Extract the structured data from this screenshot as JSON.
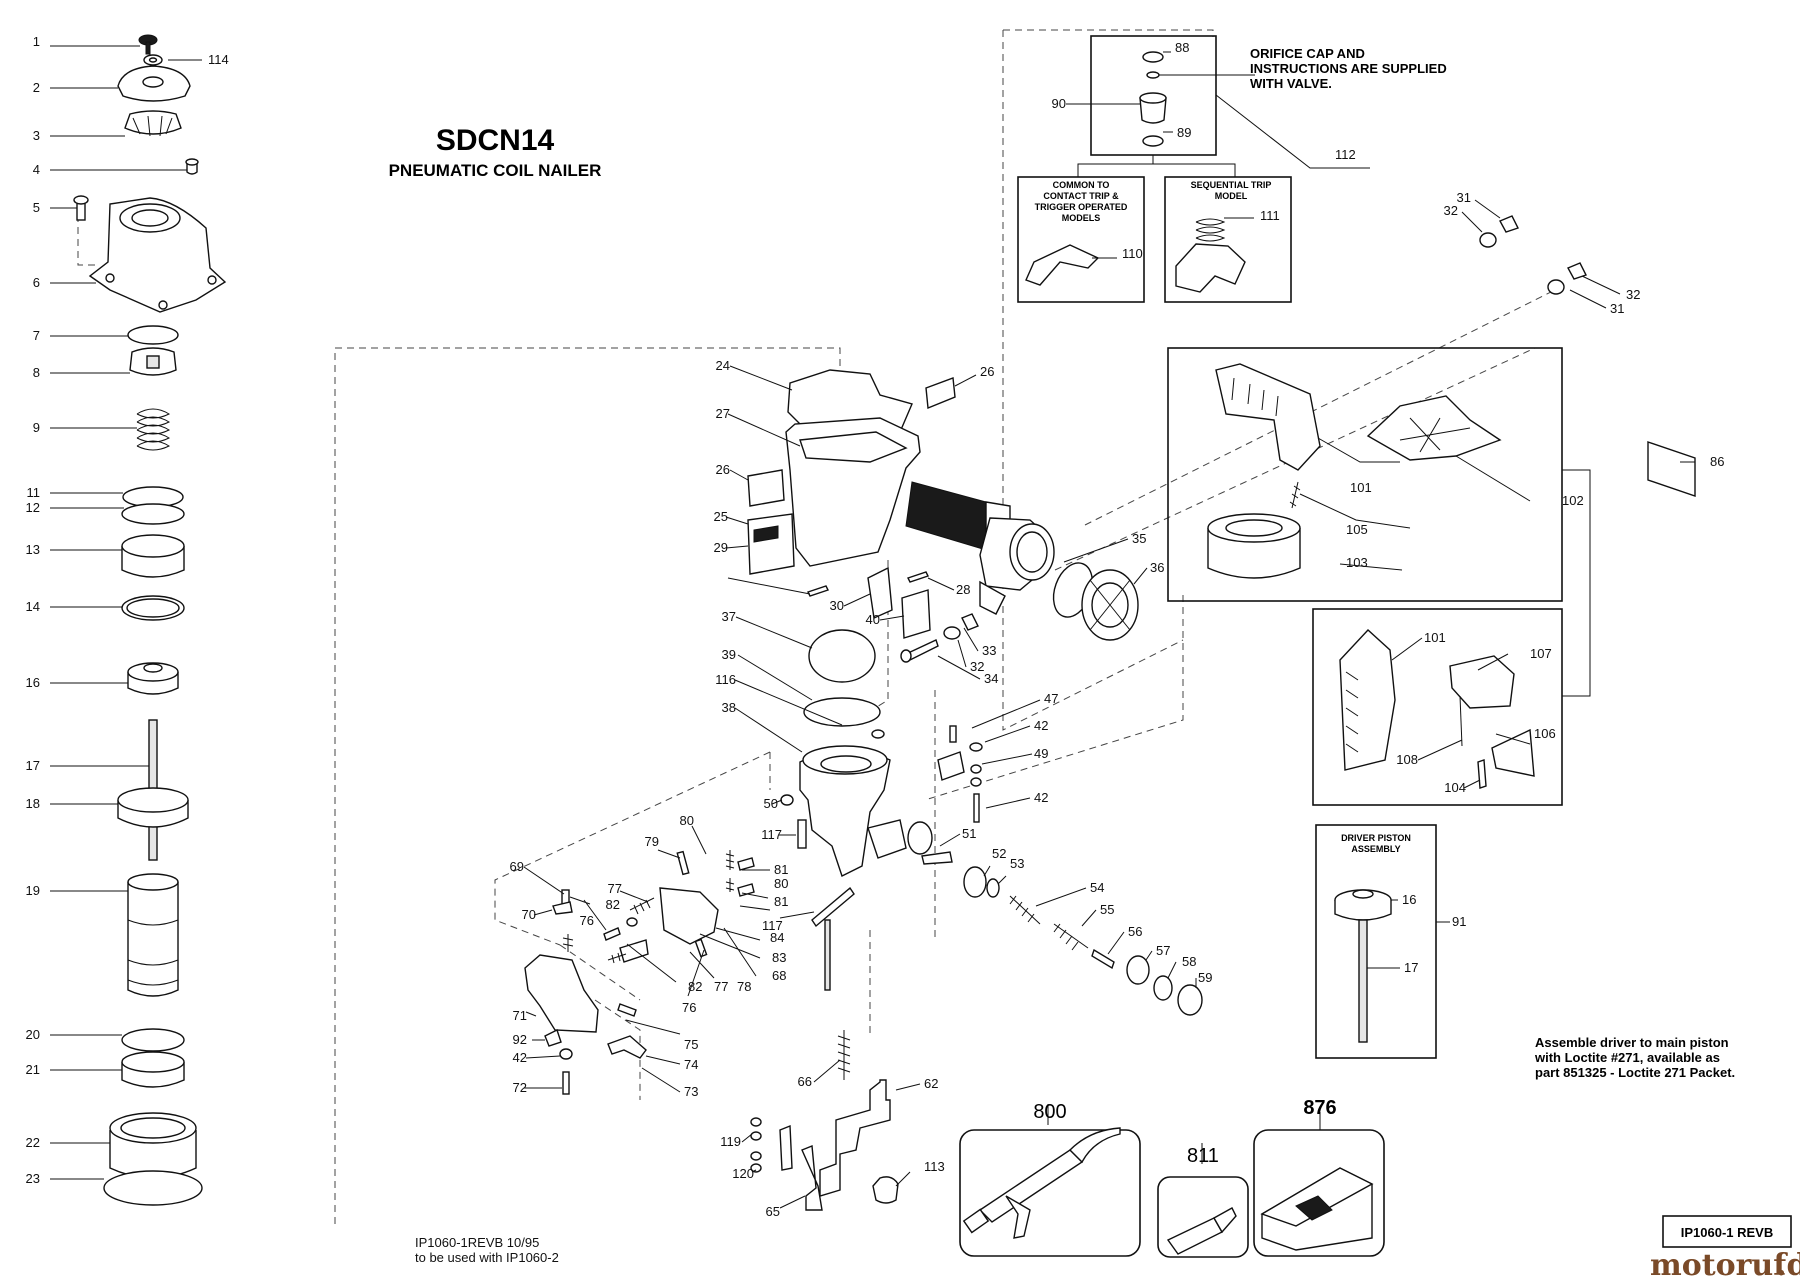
{
  "title": "SDCN14",
  "subtitle": "PNEUMATIC COIL NAILER",
  "orifice_note": [
    "ORIFICE CAP AND",
    "INSTRUCTIONS ARE SUPPLIED",
    "WITH VALVE."
  ],
  "common_trip_caption": [
    "COMMON TO",
    "CONTACT TRIP &",
    "TRIGGER OPERATED",
    "MODELS"
  ],
  "sequential_trip_caption": [
    "SEQUENTIAL TRIP",
    "MODEL"
  ],
  "driver_piston_caption": [
    "DRIVER PISTON",
    "ASSEMBLY"
  ],
  "assemble_note": [
    "Assemble driver to main piston",
    "with Loctite #271, available as",
    "part 851325 - Loctite 271 Packet."
  ],
  "footer_code": [
    "IP1060-1REVB  10/95",
    "to be used with IP1060-2"
  ],
  "revision_box": "IP1060-1 REVB",
  "watermark": {
    "main": "motoruf",
    "suffix": ".de"
  },
  "big_labels": [
    "800",
    "811",
    "876"
  ],
  "labels": [
    "1",
    "114",
    "2",
    "3",
    "4",
    "5",
    "6",
    "7",
    "8",
    "9",
    "11",
    "12",
    "13",
    "14",
    "16",
    "17",
    "18",
    "19",
    "20",
    "21",
    "22",
    "23",
    "88",
    "90",
    "89",
    "112",
    "110",
    "111",
    "31",
    "32",
    "32",
    "31",
    "24",
    "26",
    "27",
    "26",
    "25",
    "29",
    "30",
    "28",
    "40",
    "33",
    "32",
    "34",
    "35",
    "36",
    "86",
    "101",
    "102",
    "105",
    "103",
    "101",
    "107",
    "106",
    "108",
    "104",
    "16",
    "91",
    "17",
    "37",
    "39",
    "116",
    "38",
    "47",
    "42",
    "49",
    "42",
    "50",
    "117",
    "51",
    "52",
    "53",
    "54",
    "55",
    "56",
    "57",
    "58",
    "59",
    "80",
    "79",
    "81",
    "80",
    "81",
    "117",
    "84",
    "83",
    "68",
    "69",
    "77",
    "82",
    "76",
    "70",
    "82",
    "77",
    "78",
    "76",
    "71",
    "92",
    "42",
    "72",
    "75",
    "74",
    "73",
    "66",
    "62",
    "119",
    "120",
    "65",
    "113"
  ]
}
